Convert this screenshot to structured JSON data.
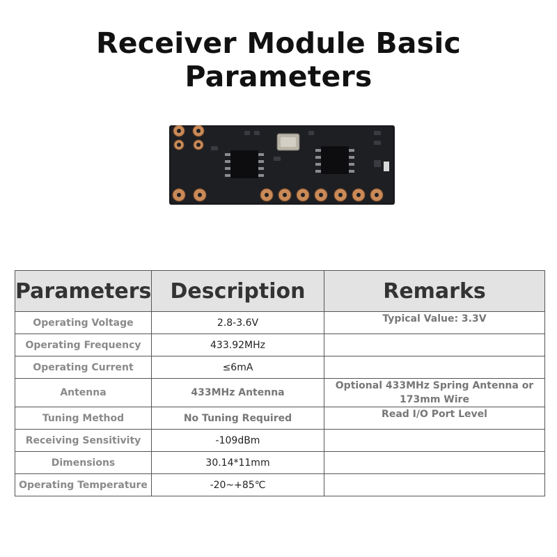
{
  "title": "Receiver Module Basic Parameters",
  "image": {
    "alt": "433MHz receiver module PCB"
  },
  "table": {
    "headers": [
      "Parameters",
      "Description",
      "Remarks"
    ],
    "rows": [
      {
        "param": "Operating Voltage",
        "desc": "2.8-3.6V",
        "remark": "Typical Value: 3.3V"
      },
      {
        "param": "Operating Frequency",
        "desc": "433.92MHz",
        "remark": ""
      },
      {
        "param": "Operating Current",
        "desc": "≤6mA",
        "remark": ""
      },
      {
        "param": "Antenna",
        "desc": "433MHz Antenna",
        "remark": "Optional 433MHz Spring Antenna or 173mm Wire"
      },
      {
        "param": "Tuning Method",
        "desc": "No Tuning Required",
        "remark": "Read I/O Port Level"
      },
      {
        "param": "Receiving Sensitivity",
        "desc": "-109dBm",
        "remark": ""
      },
      {
        "param": "Dimensions",
        "desc": "30.14*11mm",
        "remark": ""
      },
      {
        "param": "Operating Temperature",
        "desc": "-20~+85℃",
        "remark": ""
      }
    ]
  }
}
